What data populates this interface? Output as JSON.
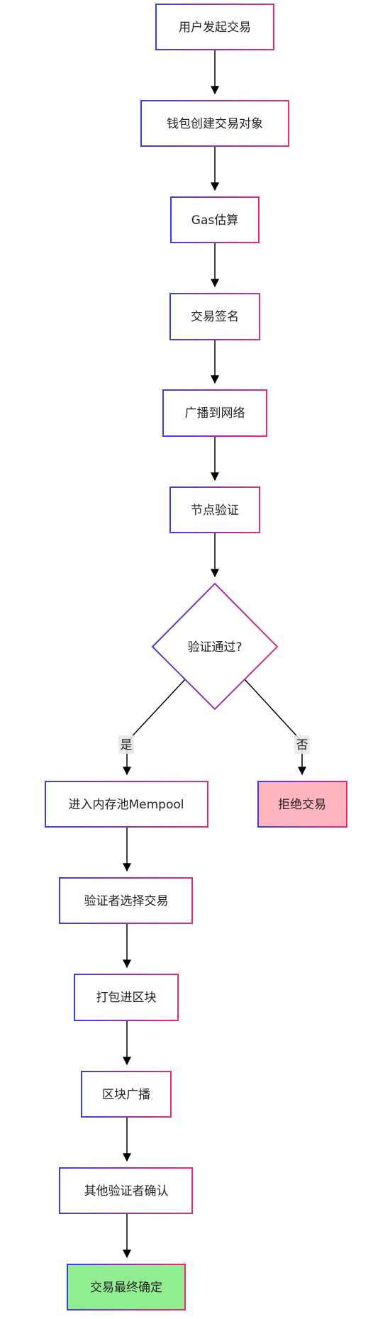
{
  "nodes": {
    "n1": "用户发起交易",
    "n2": "钱包创建交易对象",
    "n3": "Gas估算",
    "n4": "交易签名",
    "n5": "广播到网络",
    "n6": "节点验证",
    "n7": "验证通过?",
    "n8": "进入内存池Mempool",
    "n9": "拒绝交易",
    "n10": "验证者选择交易",
    "n11": "打包进区块",
    "n12": "区块广播",
    "n13": "其他验证者确认",
    "n14": "交易最终确定"
  },
  "edge_labels": {
    "yes": "是",
    "no": "否"
  },
  "colors": {
    "border_gradient_start": "#3b3bf5",
    "border_gradient_end": "#f0286e",
    "node_fill": "#ffffff",
    "reject_fill": "#ffb6c1",
    "final_fill": "#90ee90",
    "edge": "#000000",
    "label_bg": "#e8e8e8"
  }
}
